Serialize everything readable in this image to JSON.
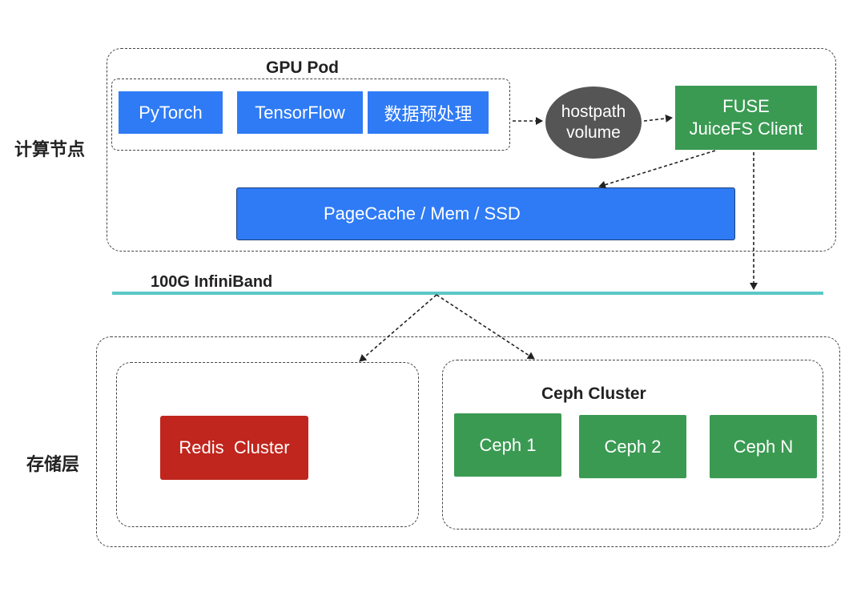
{
  "compute": {
    "side_label": "计算节点",
    "gpu_pod": {
      "title": "GPU Pod",
      "items": [
        "PyTorch",
        "TensorFlow",
        "数据预处理"
      ]
    },
    "hostpath": {
      "line1": "hostpath",
      "line2": "volume"
    },
    "fuse": {
      "line1": "FUSE",
      "line2": "JuiceFS Client"
    },
    "pagecache": "PageCache / Mem / SSD"
  },
  "network": {
    "label": "100G InfiniBand",
    "color": "#5bc8c6"
  },
  "storage": {
    "side_label": "存储层",
    "redis": "Redis  Cluster",
    "ceph": {
      "title": "Ceph Cluster",
      "nodes": [
        "Ceph 1",
        "Ceph 2",
        "Ceph N"
      ]
    }
  },
  "colors": {
    "blue": "#2f7bf5",
    "green": "#3a9a52",
    "red": "#c0261d",
    "gray": "#555555"
  }
}
